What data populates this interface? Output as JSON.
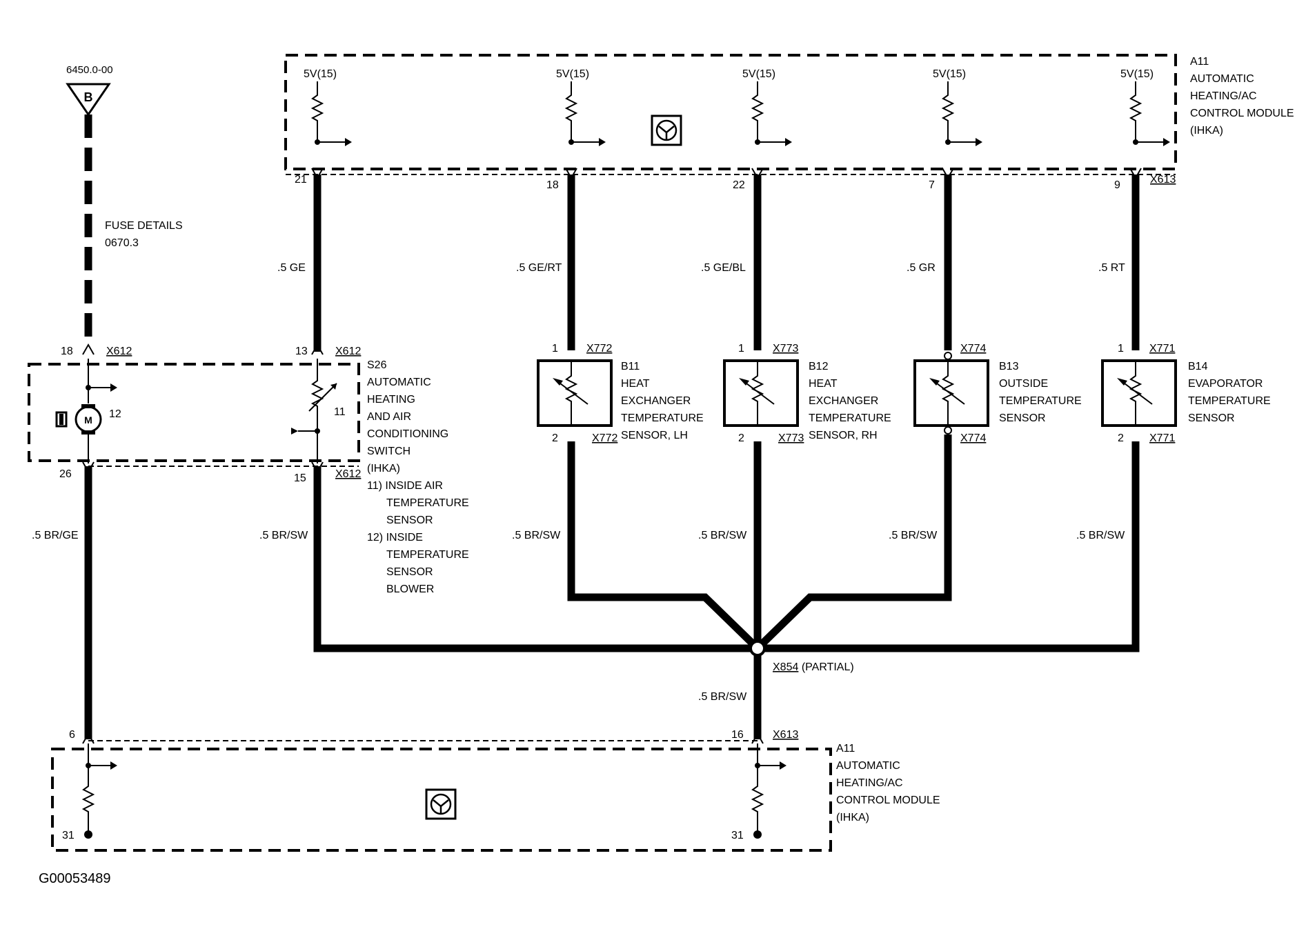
{
  "figure_id": "G00053489",
  "top_module": {
    "ref": "A11",
    "lines": [
      "AUTOMATIC",
      "HEATING/AC",
      "CONTROL MODULE",
      "(IHKA)"
    ],
    "connector": "X613",
    "supply_label": "5V(15)"
  },
  "bottom_module": {
    "ref": "A11",
    "lines": [
      "AUTOMATIC",
      "HEATING/AC",
      "CONTROL MODULE",
      "(IHKA)"
    ],
    "connector": "X613",
    "pin_left_top": "6",
    "pin_right_top": "16",
    "pin_left_ground": "31",
    "pin_right_ground": "31"
  },
  "fuse": {
    "ref": "6450.0-00",
    "symbol": "B",
    "details_line1": "FUSE DETAILS",
    "details_line2": "0670.3"
  },
  "switch": {
    "ref": "S26",
    "connector": "X612",
    "pin_fuse": "18",
    "pin_top": "13",
    "pin_blower_bottom": "26",
    "pin_sensor_bottom": "15",
    "lines": [
      "AUTOMATIC",
      "HEATING",
      "AND AIR",
      "CONDITIONING",
      "SWITCH",
      "(IHKA)"
    ],
    "notes": [
      "11) INSIDE AIR",
      "TEMPERATURE",
      "SENSOR",
      "12) INSIDE",
      "TEMPERATURE",
      "SENSOR",
      "BLOWER"
    ],
    "item_sensor": "11",
    "item_blower": "12",
    "motor_letter": "M"
  },
  "wires": {
    "w1": ".5 GE",
    "w2": ".5 GE/RT",
    "w3": ".5 GE/BL",
    "w4": ".5 GR",
    "w5": ".5 RT",
    "blower_ground": ".5 BR/GE",
    "ground": ".5 BR/SW",
    "splice_ground": ".5 BR/SW"
  },
  "pins_top": [
    "21",
    "18",
    "22",
    "7",
    "9"
  ],
  "sensors": [
    {
      "ref": "B11",
      "connector": "X772",
      "pin1": "1",
      "pin2": "2",
      "lines": [
        "HEAT",
        "EXCHANGER",
        "TEMPERATURE",
        "SENSOR, LH"
      ]
    },
    {
      "ref": "B12",
      "connector": "X773",
      "pin1": "1",
      "pin2": "2",
      "lines": [
        "HEAT",
        "EXCHANGER",
        "TEMPERATURE",
        "SENSOR, RH"
      ]
    },
    {
      "ref": "B13",
      "connector": "X774",
      "pin1": "",
      "pin2": "",
      "lines": [
        "OUTSIDE",
        "TEMPERATURE",
        "SENSOR"
      ]
    },
    {
      "ref": "B14",
      "connector": "X771",
      "pin1": "1",
      "pin2": "2",
      "lines": [
        "EVAPORATOR",
        "TEMPERATURE",
        "SENSOR"
      ]
    }
  ],
  "splice": {
    "ref": "X854",
    "suffix": "(PARTIAL)"
  }
}
